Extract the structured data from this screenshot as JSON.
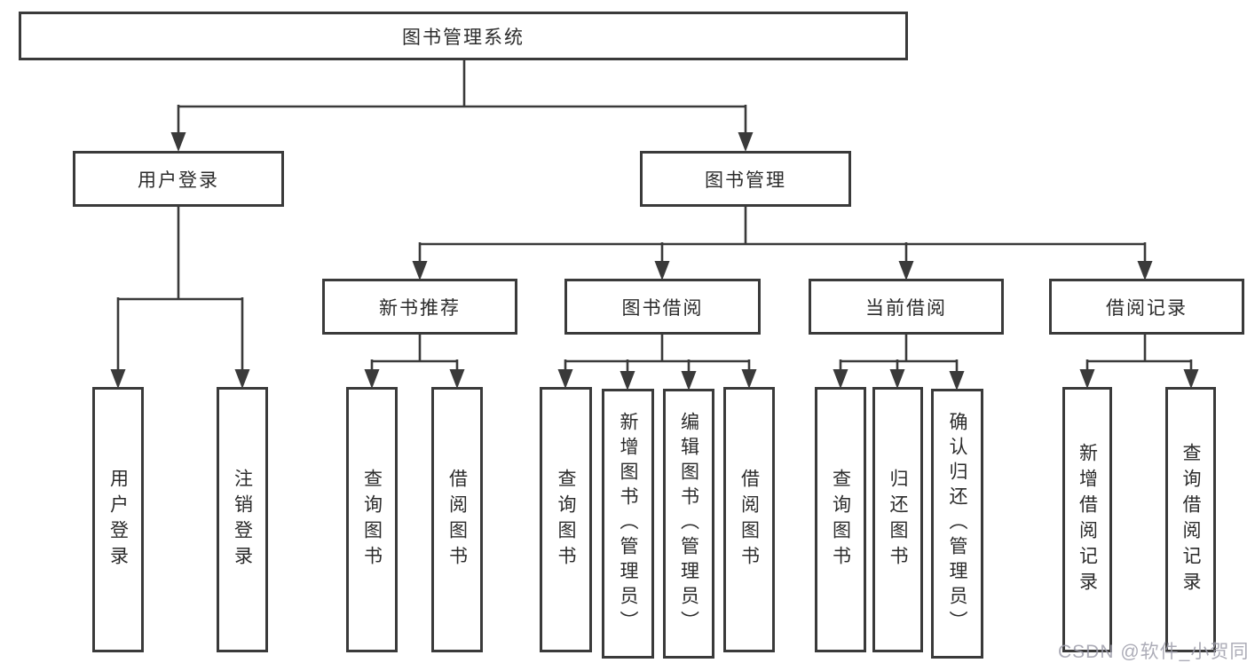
{
  "colors": {
    "line": "#3a3a3a",
    "text": "#2b2b2b",
    "box_background": "#ffffff",
    "watermark": "#9e9eaa"
  },
  "watermark": "CSDN @软件_小贺同学",
  "tree": {
    "root": {
      "label": "图书管理系统"
    },
    "user_login": {
      "label": "用户登录",
      "children": [
        "用户登录",
        "注销登录"
      ]
    },
    "book_management": {
      "label": "图书管理",
      "sections": {
        "new_book_recommend": {
          "label": "新书推荐",
          "children": [
            "查询图书",
            "借阅图书"
          ]
        },
        "book_borrowing": {
          "label": "图书借阅",
          "children": [
            "查询图书",
            "新增图书（管理员）",
            "编辑图书（管理员）",
            "借阅图书"
          ]
        },
        "current_borrowing": {
          "label": "当前借阅",
          "children": [
            "查询图书",
            "归还图书",
            "确认归还（管理员）"
          ]
        },
        "borrowing_records": {
          "label": "借阅记录",
          "children": [
            "新增借阅记录",
            "查询借阅记录"
          ]
        }
      }
    }
  }
}
